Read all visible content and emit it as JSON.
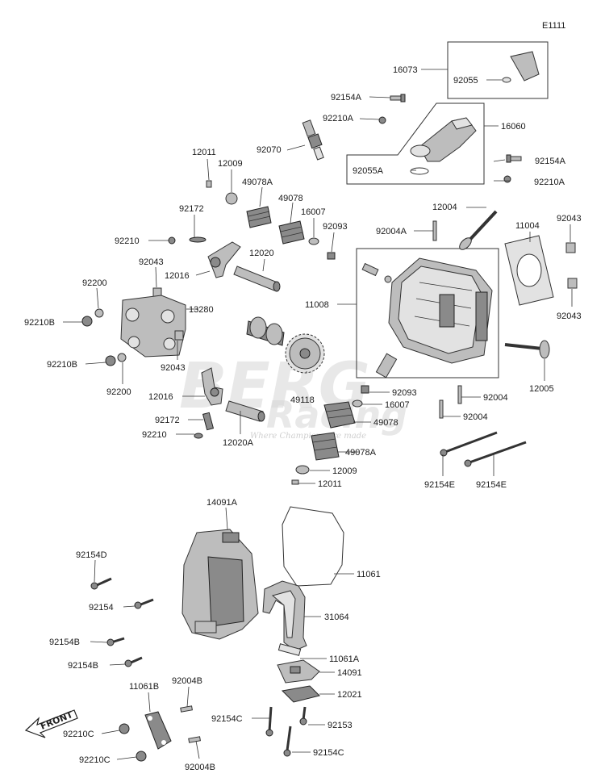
{
  "diagram_id": "E1111",
  "watermark": {
    "brand": "BERG",
    "sub": "Racing",
    "tagline": "Where Champions are made"
  },
  "front_label": "FRONT",
  "labels": {
    "l16073": "16073",
    "l92055": "92055",
    "l92154A_1": "92154A",
    "l92210A_1": "92210A",
    "l16060": "16060",
    "l92070": "92070",
    "l12011_1": "12011",
    "l12009_1": "12009",
    "l92154A_2": "92154A",
    "l92055A": "92055A",
    "l92210A_2": "92210A",
    "l49078A_1": "49078A",
    "l49078_1": "49078",
    "l16007_1": "16007",
    "l12004": "12004",
    "l11004": "11004",
    "l92043_1": "92043",
    "l92172_1": "92172",
    "l92093_1": "92093",
    "l92004A": "92004A",
    "l92210_1": "92210",
    "l12020": "12020",
    "l92043_2": "92043",
    "l12016_1": "12016",
    "l92200_1": "92200",
    "l11008": "11008",
    "l92043_3": "92043",
    "l92210B_1": "92210B",
    "l13280": "13280",
    "l92043_4": "92043",
    "l92210B_2": "92210B",
    "l92200_2": "92200",
    "l12005": "12005",
    "l49118": "49118",
    "l92093_2": "92093",
    "l92004_1": "92004",
    "l12016_2": "12016",
    "l16007_2": "16007",
    "l92004_2": "92004",
    "l92172_2": "92172",
    "l49078_2": "49078",
    "l92210_2": "92210",
    "l12020A": "12020A",
    "l49078A_2": "49078A",
    "l12009_2": "12009",
    "l12011_2": "12011",
    "l92154E_1": "92154E",
    "l92154E_2": "92154E",
    "l14091A": "14091A",
    "l92154D": "92154D",
    "l11061": "11061",
    "l92154": "92154",
    "l31064": "31064",
    "l92154B_1": "92154B",
    "l11061A": "11061A",
    "l92154B_2": "92154B",
    "l14091": "14091",
    "l11061B": "11061B",
    "l92004B_1": "92004B",
    "l12021": "12021",
    "l92154C_1": "92154C",
    "l92153": "92153",
    "l92210C_1": "92210C",
    "l92154C_2": "92154C",
    "l92210C_2": "92210C",
    "l92004B_2": "92004B"
  }
}
